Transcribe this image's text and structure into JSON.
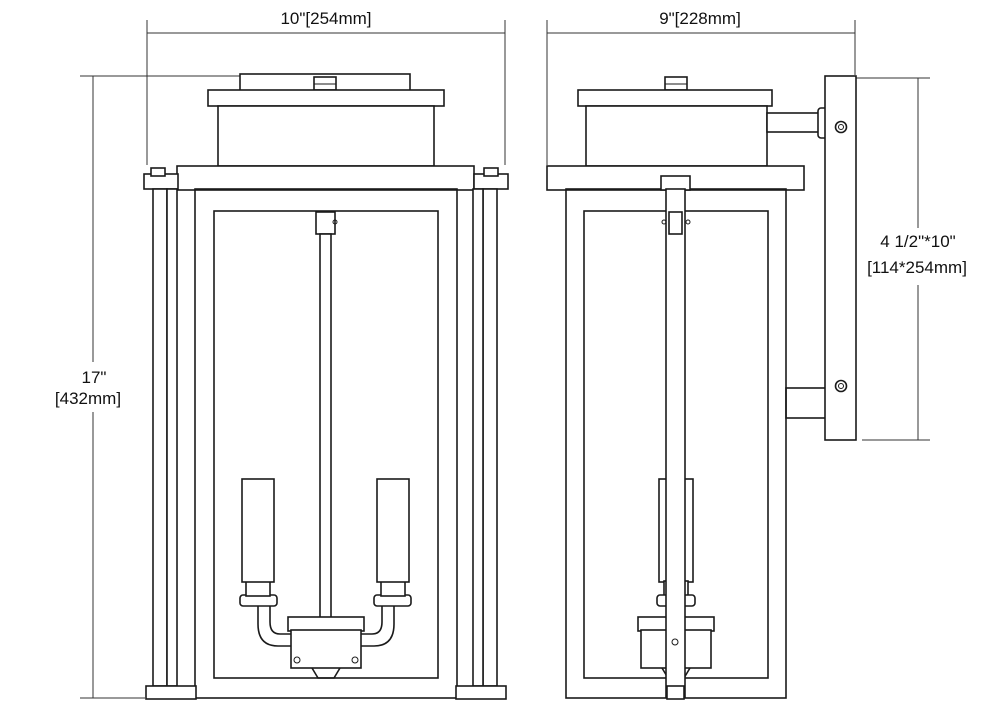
{
  "dimensions": {
    "width_front": "10\"[254mm]",
    "width_side": "9\"[228mm]",
    "height_line1": "17\"",
    "height_line2": "[432mm]",
    "backplate_line1": "4 1/2\"*10\"",
    "backplate_line2": "[114*254mm]"
  },
  "colors": {
    "line": "#1a1a1a",
    "background": "#ffffff"
  }
}
